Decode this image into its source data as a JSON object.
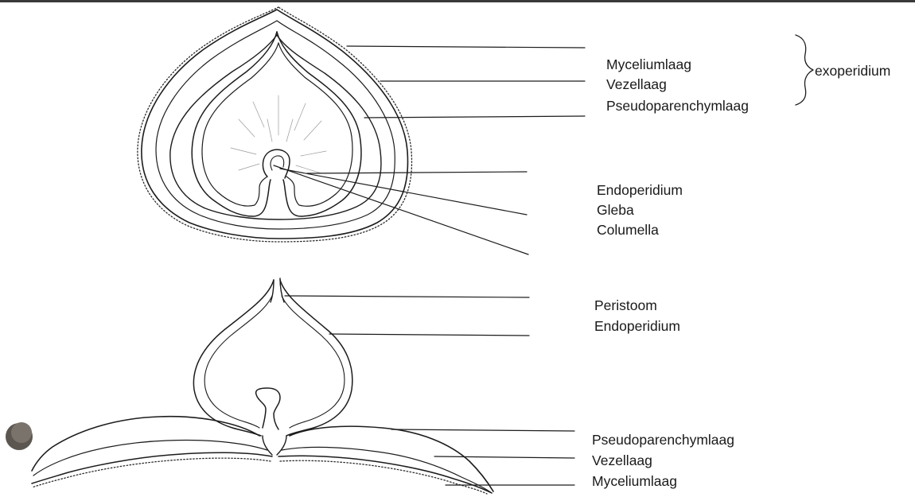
{
  "upper_diagram": {
    "labels": {
      "myceliumlaag": "Myceliumlaag",
      "vezellaag": "Vezellaag",
      "pseudoparenchymlaag": "Pseudoparenchymlaag",
      "endoperidium": "Endoperidium",
      "gleba": "Gleba",
      "columella": "Columella"
    },
    "group_label": "exoperidium"
  },
  "lower_diagram": {
    "labels": {
      "peristoom": "Peristoom",
      "endoperidium": "Endoperidium",
      "pseudoparenchymlaag": "Pseudoparenchymlaag",
      "vezellaag": "Vezellaag",
      "myceliumlaag": "Myceliumlaag"
    }
  }
}
